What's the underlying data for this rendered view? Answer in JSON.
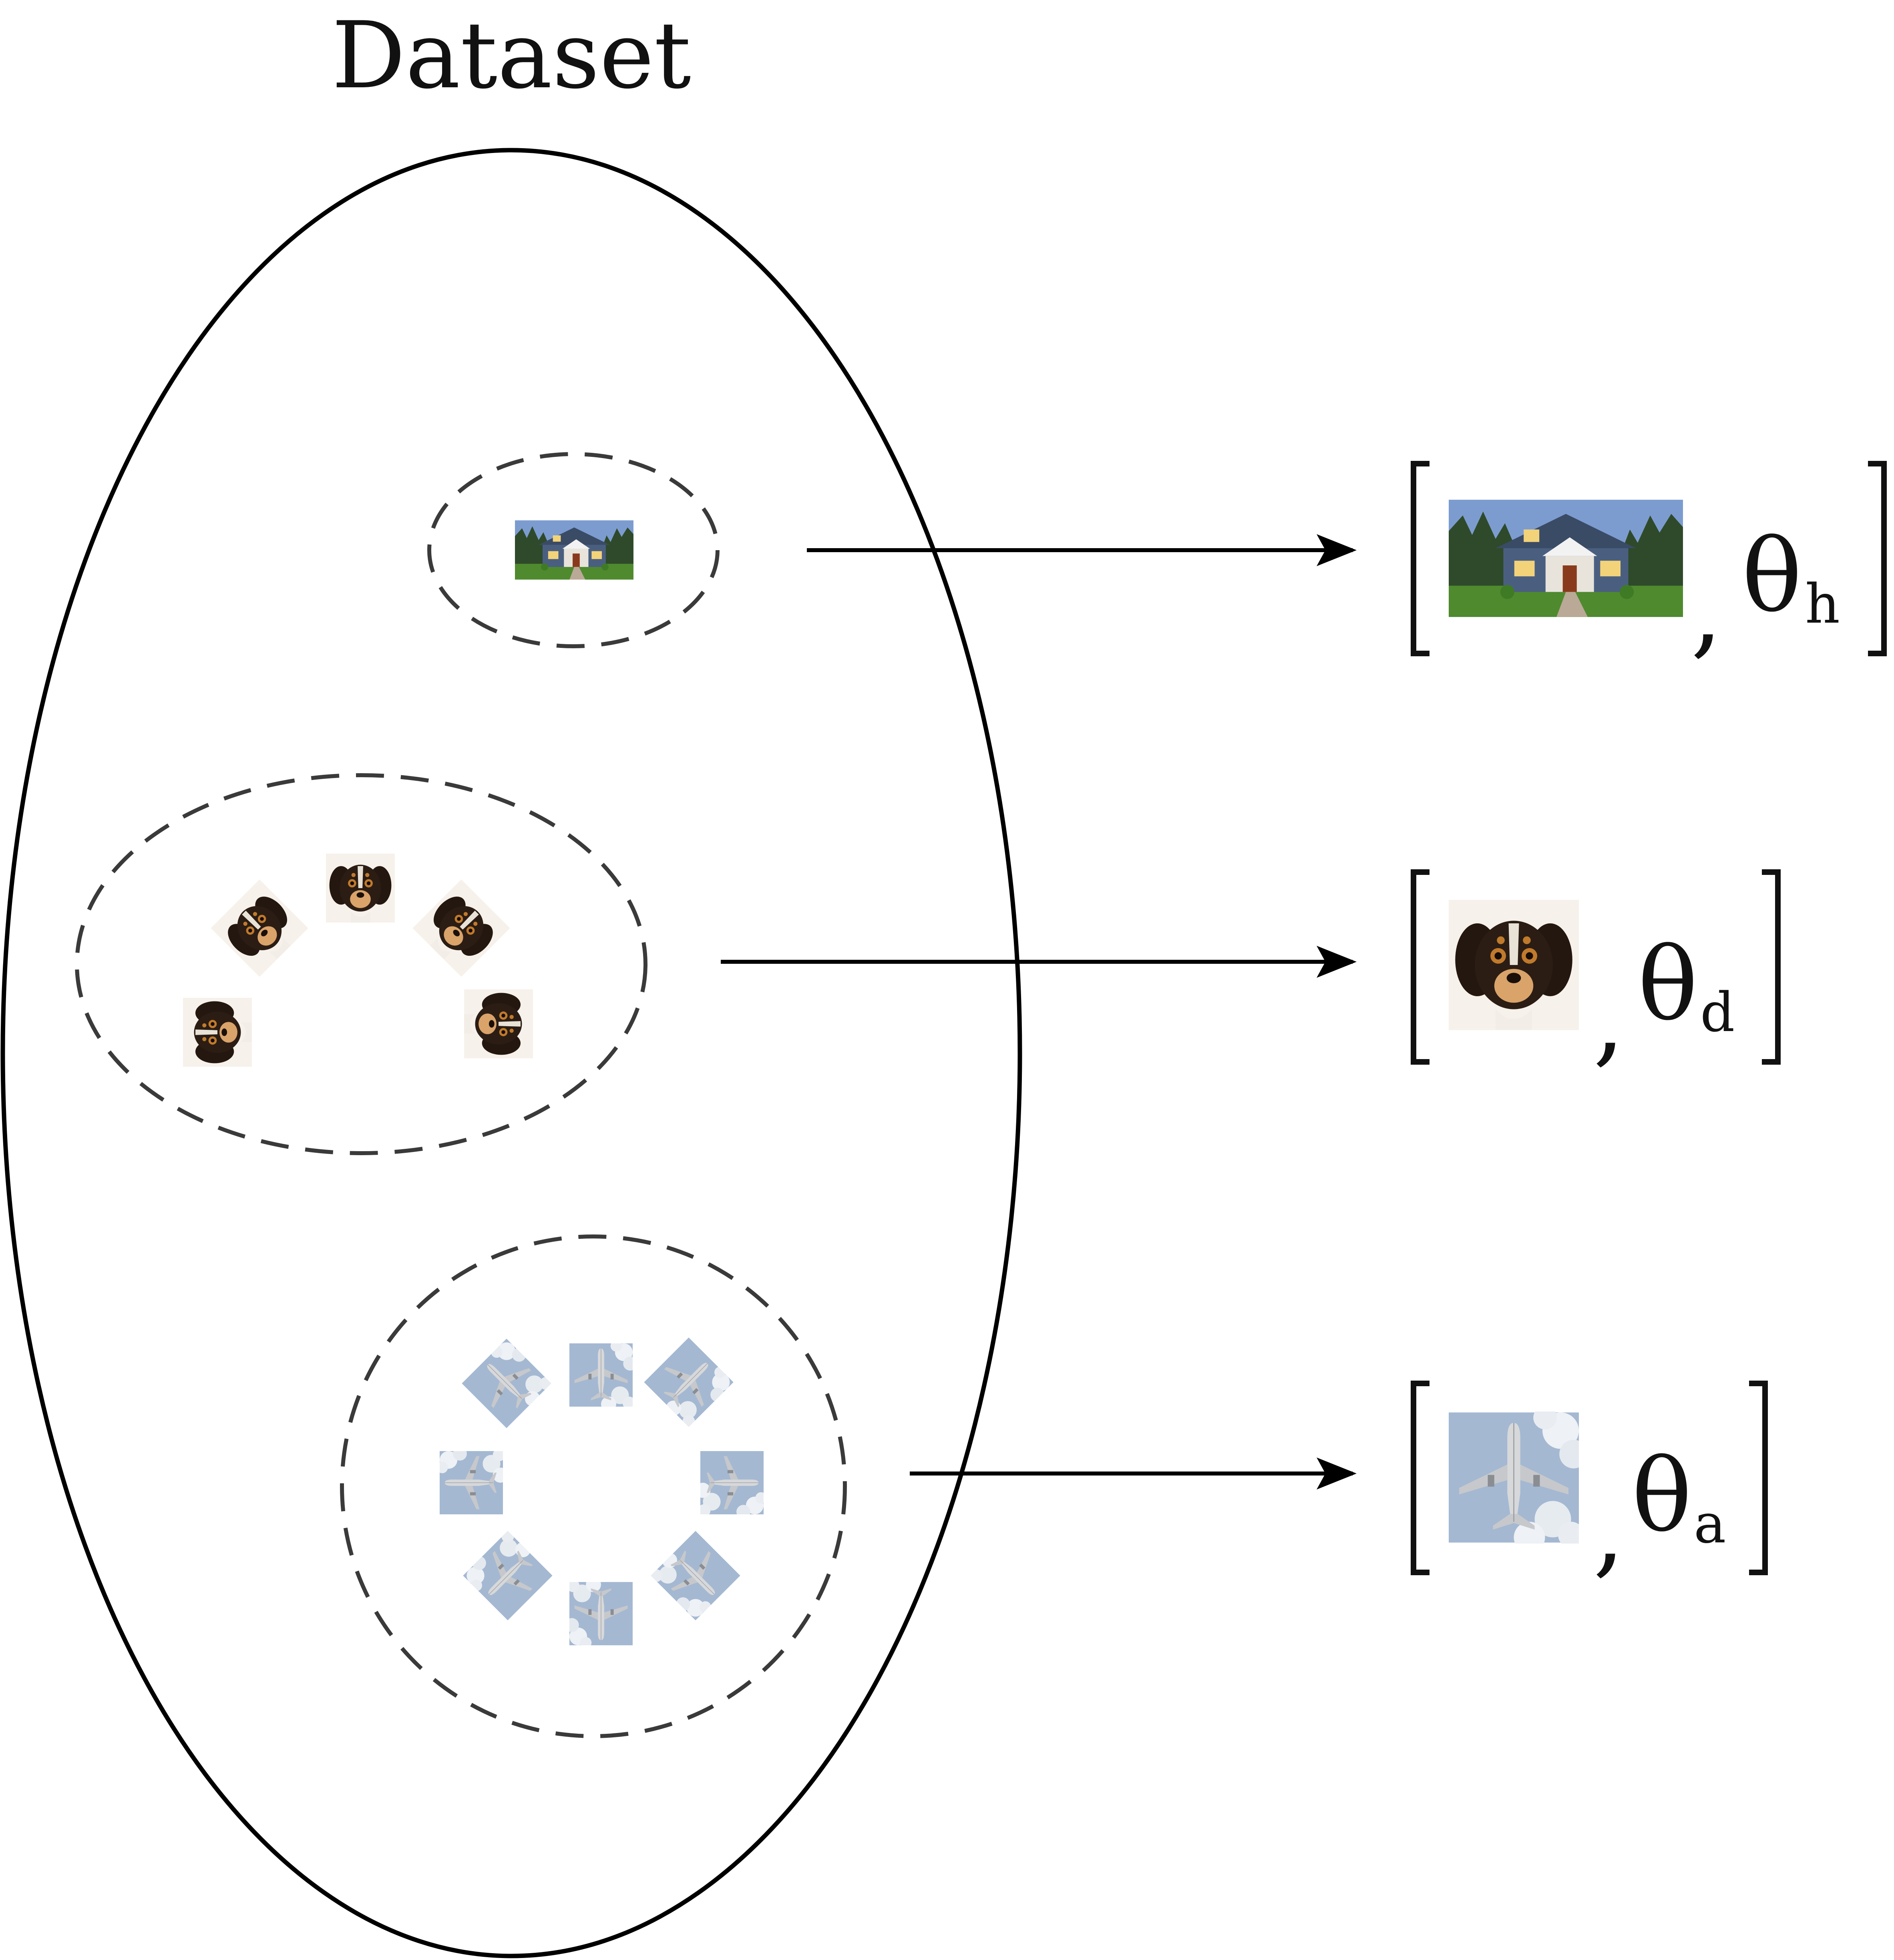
{
  "diagram": {
    "title": "Dataset",
    "outputs": [
      {
        "id": "house",
        "symbol": "θ",
        "subscript": "h",
        "thumbnail": "house-photo"
      },
      {
        "id": "dog",
        "symbol": "θ",
        "subscript": "d",
        "thumbnail": "dog-photo"
      },
      {
        "id": "airplane",
        "symbol": "θ",
        "subscript": "a",
        "thumbnail": "airplane-photo"
      }
    ],
    "comma": ",",
    "colors": {
      "outline": "#000000",
      "cluster_dashed": "#3a3a3a",
      "sky": "#a4b8d2",
      "dog_fur": "#2b1d14",
      "dog_tan": "#c07a2c",
      "house_blue": "#4a5f80",
      "grass": "#4f8a2e"
    }
  }
}
